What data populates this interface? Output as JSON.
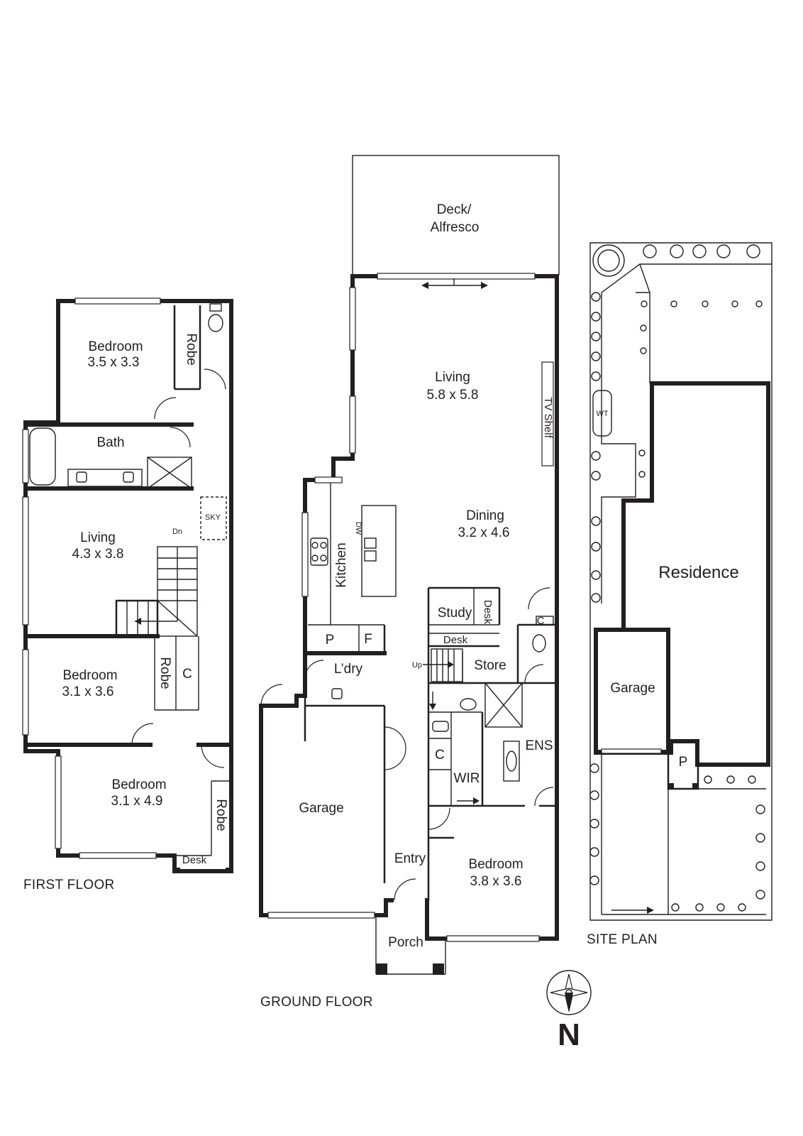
{
  "first_floor": {
    "caption": "FIRST FLOOR",
    "rooms": {
      "bedroom_top": {
        "name": "Bedroom",
        "dims": "3.5 x 3.3"
      },
      "robe_top": "Robe",
      "bath": "Bath",
      "living": {
        "name": "Living",
        "dims": "4.3 x 3.8"
      },
      "sky": "SKY",
      "stair_down": "Dn",
      "bedroom_mid": {
        "name": "Bedroom",
        "dims": "3.1 x 3.6"
      },
      "robe_mid": "Robe",
      "cupboard": "C",
      "bedroom_bottom": {
        "name": "Bedroom",
        "dims": "3.1 x 4.9"
      },
      "robe_bottom": "Robe",
      "desk": "Desk"
    }
  },
  "ground_floor": {
    "caption": "GROUND FLOOR",
    "rooms": {
      "deck_line1": "Deck/",
      "deck_line2": "Alfresco",
      "living": {
        "name": "Living",
        "dims": "5.8 x 5.8"
      },
      "tv_shelf": "TV Shelf",
      "dining": {
        "name": "Dining",
        "dims": "3.2 x 4.6"
      },
      "kitchen": "Kitchen",
      "dw": "DW",
      "pantry": "P",
      "fridge": "F",
      "laundry": "L’dry",
      "study": "Study",
      "study_desk_side": "Desk",
      "study_desk": "Desk",
      "store": "Store",
      "stair_up": "Up",
      "cupboard_top": "C",
      "garage": "Garage",
      "ens": "ENS",
      "cupboard_wir": "C",
      "wir": "WIR",
      "entry": "Entry",
      "bedroom": {
        "name": "Bedroom",
        "dims": "3.8 x 3.6"
      },
      "porch": "Porch"
    }
  },
  "site_plan": {
    "caption": "SITE PLAN",
    "residence": "Residence",
    "garage": "Garage",
    "parking": "P",
    "water_tank": "WT"
  },
  "compass": {
    "label": "N"
  }
}
